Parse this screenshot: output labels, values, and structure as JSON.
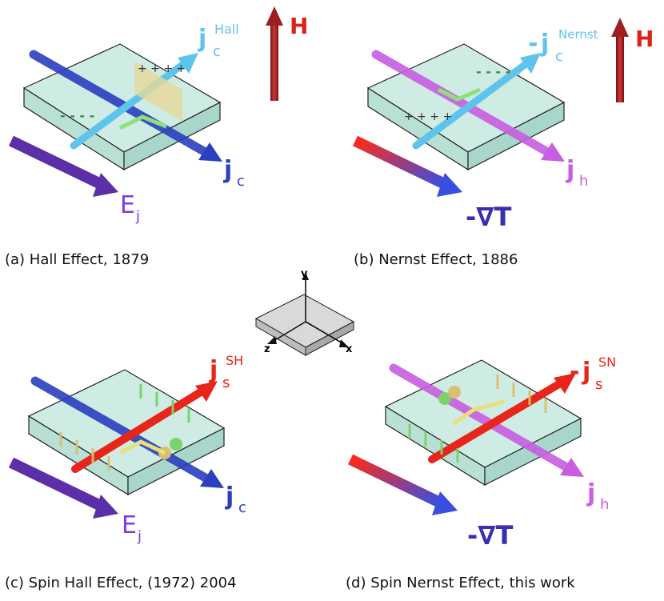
{
  "captions": {
    "a": "(a) Hall Effect, 1879",
    "b": "(b) Nernst Effect, 1886",
    "c": "(c) Spin Hall Effect, (1972) 2004",
    "d": "(d) Spin Nernst Effect, this work"
  },
  "labels": {
    "H": "H",
    "j": "j",
    "E": "E",
    "T": "-∇T",
    "minus": "-",
    "sub_c": "c",
    "sub_h": "h",
    "sub_s": "s",
    "sub_j": "j",
    "sup_hall": "Hall",
    "sup_nernst": "Nernst",
    "sup_sh": "SH",
    "sup_sn": "SN",
    "plus_signs": "+ + + +",
    "minus_signs": "- - - -"
  },
  "axes": {
    "x": "x",
    "y": "y",
    "z": "z"
  },
  "colors": {
    "slab_fill": "#bfe6dc",
    "slab_stroke": "#222222",
    "blue_arrow": "#2b3fbf",
    "cyan_arrow": "#5ec4ec",
    "red_arrow": "#e8251a",
    "magenta_arrow": "#c85ee0",
    "field_arrow": "#9e1f1f",
    "purple_arrow": "#5b2fa8",
    "gradient_start": "#ff2a1a",
    "gradient_end": "#3a4fe0",
    "charge_green": "#7ad36a",
    "charge_yellow": "#d8c070"
  }
}
